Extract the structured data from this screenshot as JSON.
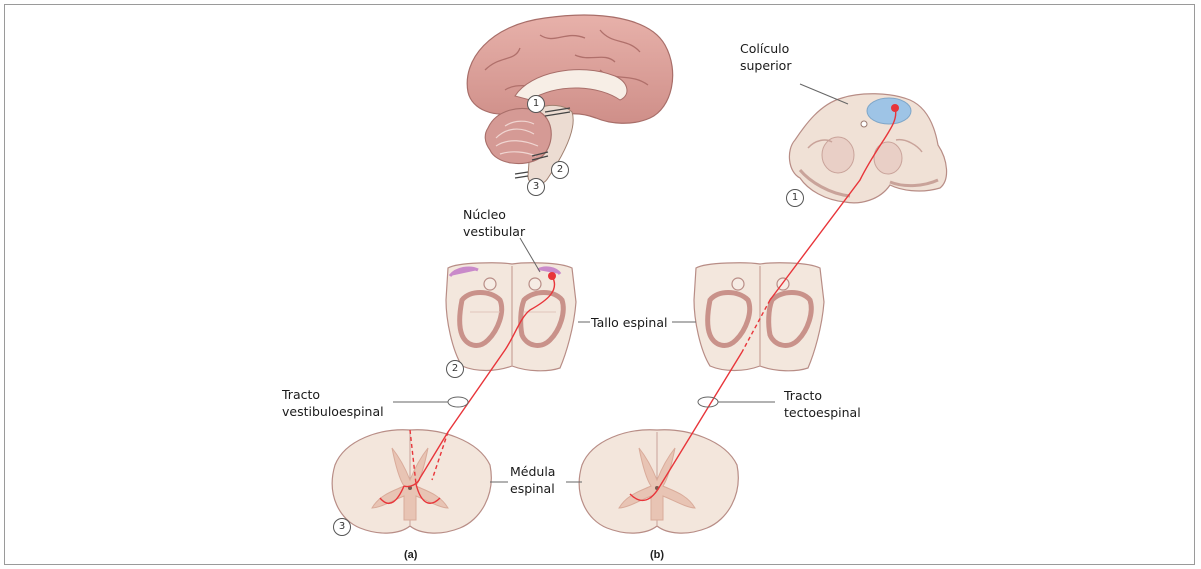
{
  "labels": {
    "superior_colliculus": "Colículo superior",
    "vestibular_nucleus": "Núcleo vestibular",
    "brainstem": "Tallo espinal",
    "vestibulospinal_tract": "Tracto vestibuloespinal",
    "tectospinal_tract": "Tracto tectoespinal",
    "spinal_cord": "Médula espinal"
  },
  "level_markers": {
    "brain_1": "1",
    "brain_2": "2",
    "brain_3": "3",
    "midbrain_1": "1",
    "medulla_2": "2",
    "cord_3": "3"
  },
  "panels": {
    "a": "(a)",
    "b": "(b)"
  },
  "colors": {
    "pathway": "#e8353a",
    "tissue": "#f2e3d8",
    "grey_matter": "#e6bfae",
    "outline": "#b88d86",
    "colliculus": "#9ec4e6",
    "nucleus": "#c98aca",
    "brain": "#dba09a"
  }
}
